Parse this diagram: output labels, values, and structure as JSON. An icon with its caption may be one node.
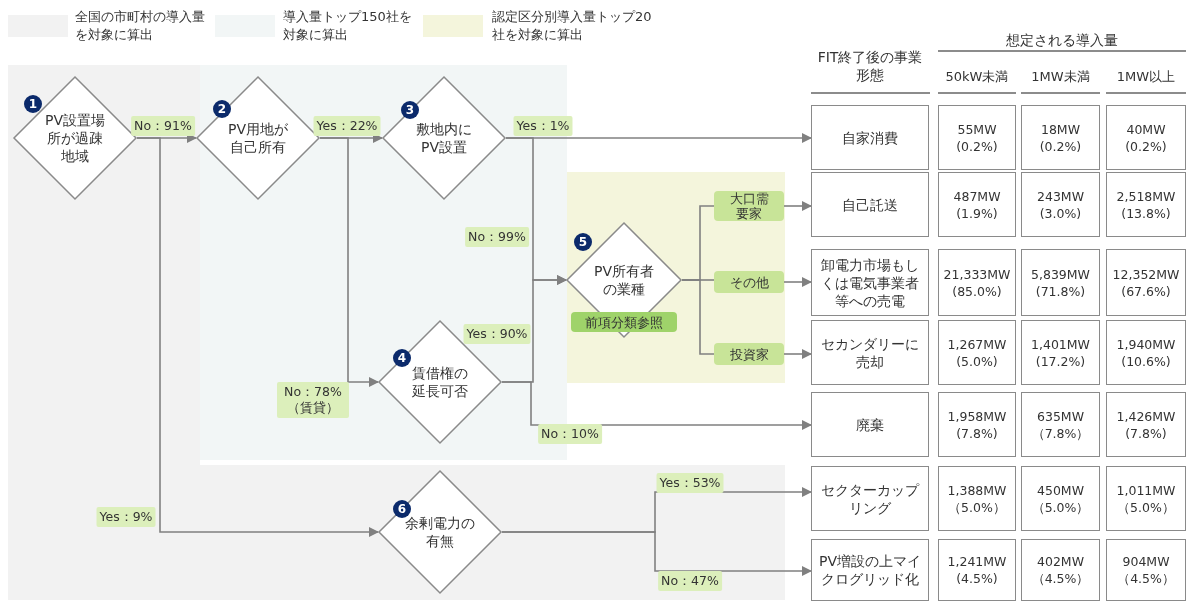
{
  "diagram": {
    "nodes": [
      {
        "text": [
          "1",
          "PV設置場所が過疎地域"
        ]
      },
      {
        "text": [
          "2",
          "PV用地が自己所有"
        ]
      },
      {
        "text": [
          "3",
          "敷地内にPV設置"
        ]
      },
      {
        "text": [
          "4",
          "賃借権の延長可否"
        ]
      },
      {
        "text": [
          "5",
          "PV所有者の業種",
          "前項分類参照"
        ]
      },
      {
        "text": [
          "6",
          "余剰電力の有無"
        ]
      },
      {
        "text": [
          "大口需要家"
        ]
      },
      {
        "text": [
          "その他"
        ]
      },
      {
        "text": [
          "投資家"
        ]
      },
      {
        "text": [
          "自家消費"
        ]
      },
      {
        "text": [
          "自己託送"
        ]
      },
      {
        "text": [
          "卸電力市場もしくは電気事業者等への売電"
        ]
      },
      {
        "text": [
          "セカンダリーに売却"
        ]
      },
      {
        "text": [
          "廃棄"
        ]
      },
      {
        "text": [
          "セクターカップリング"
        ]
      },
      {
        "text": [
          "PV増設の上マイクログリッド化"
        ]
      }
    ],
    "edges": [
      {
        "from": 0,
        "to": 1,
        "arrow": "to",
        "label": "No：91%"
      },
      {
        "from": 0,
        "to": 5,
        "arrow": "to",
        "label": "Yes：9%"
      },
      {
        "from": 1,
        "to": 2,
        "arrow": "to",
        "label": "Yes：22%"
      },
      {
        "from": 1,
        "to": 3,
        "arrow": "to",
        "label": "No：78% （賃貸）"
      },
      {
        "from": 2,
        "to": 9,
        "arrow": "to",
        "label": "Yes：1%"
      },
      {
        "from": 2,
        "to": 4,
        "arrow": "to",
        "label": "No：99%"
      },
      {
        "from": 3,
        "to": 4,
        "arrow": "to",
        "label": "Yes：90%"
      },
      {
        "from": 3,
        "to": 13,
        "arrow": "to",
        "label": "No：10%"
      },
      {
        "from": 4,
        "to": 6,
        "arrow": "none"
      },
      {
        "from": 4,
        "to": 7,
        "arrow": "none"
      },
      {
        "from": 4,
        "to": 8,
        "arrow": "none"
      },
      {
        "from": 6,
        "to": 10,
        "arrow": "to"
      },
      {
        "from": 7,
        "to": 11,
        "arrow": "to"
      },
      {
        "from": 8,
        "to": 12,
        "arrow": "to"
      },
      {
        "from": 5,
        "to": 14,
        "arrow": "to",
        "label": "Yes：53%"
      },
      {
        "from": 5,
        "to": 15,
        "arrow": "to",
        "label": "No：47%"
      }
    ],
    "labels": [
      "FIT終了後の事業形態",
      "想定される導入量",
      "50kW未満",
      "1MW未満",
      "1MW以上",
      "55MW (0.2%)",
      "18MW (0.2%)",
      "40MW (0.2%)",
      "487MW (1.9%)",
      "243MW (3.0%)",
      "2,518MW (13.8%)",
      "21,333MW (85.0%)",
      "5,839MW (71.8%)",
      "12,352MW (67.6%)",
      "1,267MW (5.0%)",
      "1,401MW (17.2%)",
      "1,940MW (10.6%)",
      "1,958MW (7.8%)",
      "635MW （7.8%）",
      "1,426MW (7.8%)",
      "1,388MW （5.0%）",
      "450MW （5.0%）",
      "1,011MW （5.0%）",
      "1,241MW (4.5%)",
      "402MW （4.5%）",
      "904MW （4.5%）"
    ],
    "legend": [
      {
        "text": "全国の市町村の導入量を対象に算出",
        "color": "#f2f2f2"
      },
      {
        "text": "導入量トップ150社を対象に算出",
        "color": "#f2f6f6"
      },
      {
        "text": "認定区分別導入量トップ20社を対象に算出",
        "color": "#f4f5dc"
      }
    ]
  }
}
